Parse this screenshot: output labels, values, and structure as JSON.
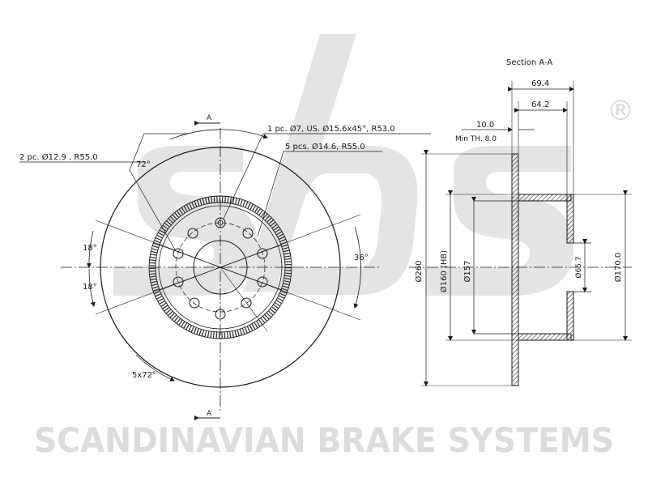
{
  "brand": {
    "wordmark": "SCANDINAVIAN BRAKE SYSTEMS",
    "registered": "®",
    "logo_letters": "sbs",
    "watermark_color": "#e4e4e4"
  },
  "front_view": {
    "section_marker": "A",
    "annotations": {
      "center_hole": "1 pc. Ø7, US. Ø15.6x45°, R53.0",
      "bolt_holes": "5 pcs. Ø14.6, R55.0",
      "side_holes": "2 pc. Ø12.9 , R55.0"
    },
    "angles": {
      "top": "72°",
      "right": "36°",
      "left_upper": "18°",
      "left_lower": "18°",
      "bottom": "5x72°"
    }
  },
  "section_view": {
    "title": "Section A-A",
    "dims": {
      "total_height": "69.4",
      "hat_height": "64.2",
      "thickness": "10.0",
      "min_thickness": "Min TH. 8.0",
      "outer_diameter": "Ø260",
      "hat_diameter": "Ø160 (HB)",
      "inner_diameter": "Ø157",
      "center_bore": "Ø65.7",
      "hub_diameter": "Ø170.0"
    }
  },
  "colors": {
    "line": "#1a1a1a",
    "hatch": "#2a2a2a"
  }
}
